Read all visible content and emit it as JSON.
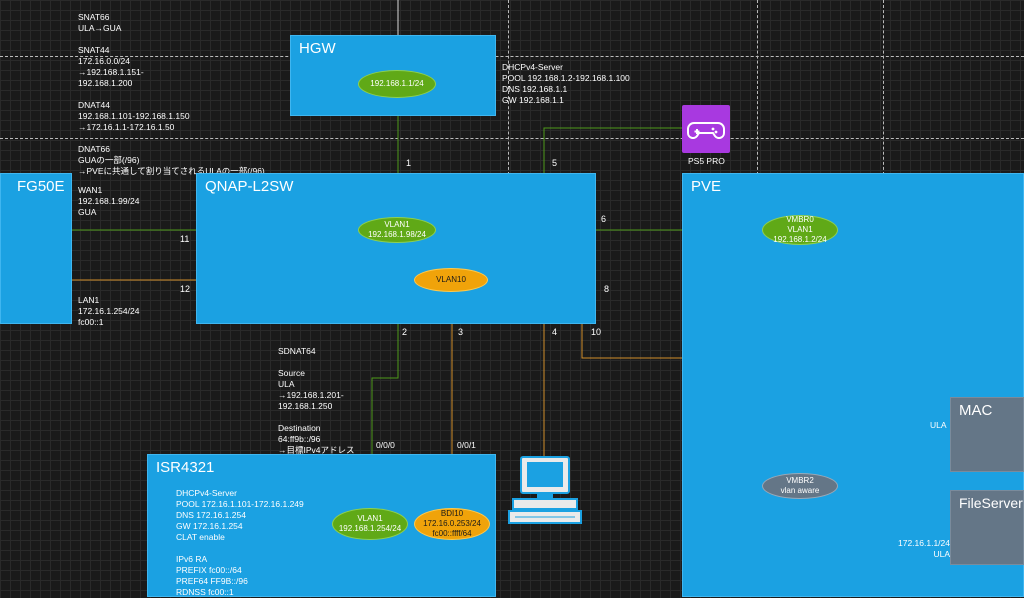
{
  "devices": {
    "hgw": "HGW",
    "fg50e": "FG50E",
    "qnap": "QNAP-L2SW",
    "pve": "PVE",
    "isr": "ISR4321",
    "mac": "MAC",
    "fileserver": "FileServer",
    "ps5": "PS5 PRO"
  },
  "nodes": {
    "hgw_ip": "192.168.1.1/24",
    "qnap_vlan1": [
      "VLAN1",
      "192.168.1.98/24"
    ],
    "qnap_vlan10": "VLAN10",
    "vmbr0": [
      "VMBR0",
      "VLAN1",
      "192.168.1.2/24"
    ],
    "vmbr2": [
      "VMBR2",
      "vlan aware"
    ],
    "isr_vlan1": [
      "VLAN1",
      "192.168.1.254/24"
    ],
    "isr_bdi10": [
      "BDI10",
      "172.16.0.253/24",
      "fc00::ffff/64"
    ]
  },
  "ports": {
    "p1": "1",
    "p2": "2",
    "p3": "3",
    "p4": "4",
    "p5": "5",
    "p6": "6",
    "p8": "8",
    "p10": "10",
    "p11": "11",
    "p12": "12",
    "isr_000": "0/0/0",
    "isr_001": "0/0/1"
  },
  "notes": {
    "nat": [
      "SNAT66",
      "ULA→GUA",
      "",
      "SNAT44",
      "172.16.0.0/24",
      "→192.168.1.151-",
      "192.168.1.200",
      "",
      "DNAT44",
      "192.168.1.101-192.168.1.150",
      "→172.16.1.1-172.16.1.50",
      "",
      "DNAT66",
      "GUAの一部(/96)",
      "→PVEに共通して割り当てされるULAの一部(/96)"
    ],
    "hgw_dhcp": [
      "DHCPv4-Server",
      "POOL 192.168.1.2-192.168.1.100",
      "DNS 192.168.1.1",
      "GW 192.168.1.1"
    ],
    "wan1": [
      "WAN1",
      "192.168.1.99/24",
      "GUA"
    ],
    "lan1": [
      "LAN1",
      "172.16.1.254/24",
      "fc00::1"
    ],
    "sdnat": [
      "SDNAT64",
      "",
      "Source",
      "ULA",
      "→192.168.1.201-",
      "192.168.1.250",
      "",
      "Destination",
      "64:ff9b::/96",
      "→目標IPv4アドレス"
    ],
    "isr_dhcp": [
      "DHCPv4-Server",
      "POOL 172.16.1.101-172.16.1.249",
      "DNS 172.16.1.254",
      "GW 172.16.1.254",
      "CLAT enable",
      "",
      "IPv6 RA",
      "PREFIX fc00::/64",
      "PREF64 FF9B::/96",
      "RDNSS fc00::1"
    ],
    "ula_mac": "ULA",
    "fileserver_ip": [
      "172.16.1.1/24",
      "ULA"
    ]
  },
  "colors": {
    "box": "#1ba1e2",
    "green": "#60a917",
    "orange": "#f0a30a",
    "slate": "#647687",
    "wire_green": "#4d9a1a",
    "wire_orange": "#d38e2a"
  }
}
